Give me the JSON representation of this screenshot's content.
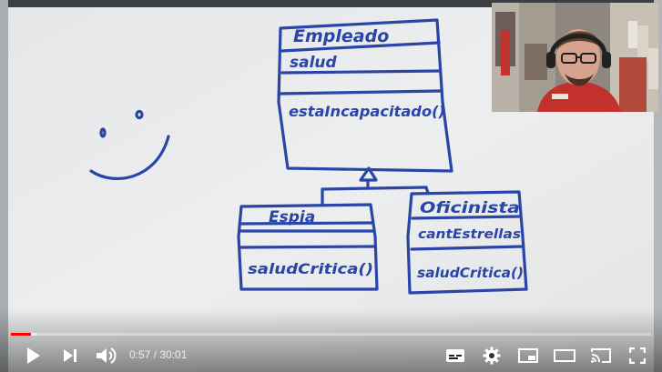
{
  "whiteboard": {
    "diagram": {
      "parent_class": {
        "name": "Empleado",
        "attribute": "salud",
        "method": "estaIncapacitado()"
      },
      "child_classes": [
        {
          "name": "Espia",
          "attribute": "",
          "method": "saludCritica()"
        },
        {
          "name": "Oficinista",
          "attribute": "cantEstrellas",
          "method": "saludCritica()"
        }
      ]
    }
  },
  "player": {
    "progress_fraction": 0.0316,
    "time_current": "0:57",
    "time_separator": " / ",
    "time_total": "30:01",
    "accent_color": "#ff0000",
    "icons": {
      "play": "play-icon",
      "next": "next-icon",
      "volume": "volume-icon",
      "subtitles": "subtitles-icon",
      "settings": "gear-icon",
      "miniplayer": "miniplayer-icon",
      "theater": "theater-mode-icon",
      "cast": "cast-icon",
      "fullscreen": "fullscreen-icon"
    }
  }
}
